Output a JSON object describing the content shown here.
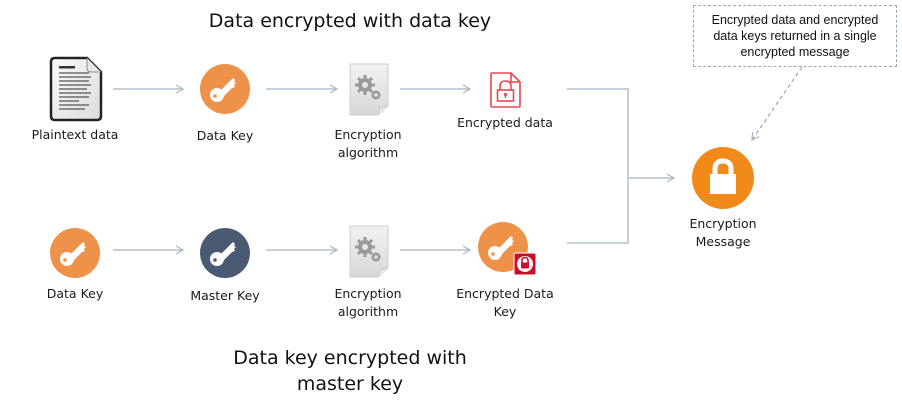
{
  "titles": {
    "top": "Data encrypted with data key",
    "bottom_line1": "Data key encrypted with",
    "bottom_line2": "master key"
  },
  "top_row": [
    {
      "icon": "document-icon",
      "label": "Plaintext data"
    },
    {
      "icon": "key-icon",
      "label": "Data Key",
      "color": "#ee924a"
    },
    {
      "icon": "gears-document-icon",
      "label_line1": "Encryption",
      "label_line2": "algorithm"
    },
    {
      "icon": "locked-file-icon",
      "label": "Encrypted data",
      "color": "#e5484d"
    }
  ],
  "bottom_row": [
    {
      "icon": "key-icon",
      "label": "Data Key",
      "color": "#ee924a"
    },
    {
      "icon": "master-key-icon",
      "label": "Master Key",
      "color": "#4a5a72"
    },
    {
      "icon": "gears-document-icon",
      "label_line1": "Encryption",
      "label_line2": "algorithm"
    },
    {
      "icon": "encrypted-key-icon",
      "label_line1": "Encrypted Data",
      "label_line2": "Key",
      "color": "#ee924a",
      "badge_color": "#c8102e"
    }
  ],
  "output": {
    "icon": "padlock-icon",
    "label_line1": "Encryption",
    "label_line2": "Message",
    "color": "#f28a1a"
  },
  "callout": {
    "line1": "Encrypted data and encrypted",
    "line2": "data keys returned in a single",
    "line3": "encrypted message"
  },
  "colors": {
    "connector": "#b4c0cc",
    "callout_border": "#9aa7b2"
  }
}
